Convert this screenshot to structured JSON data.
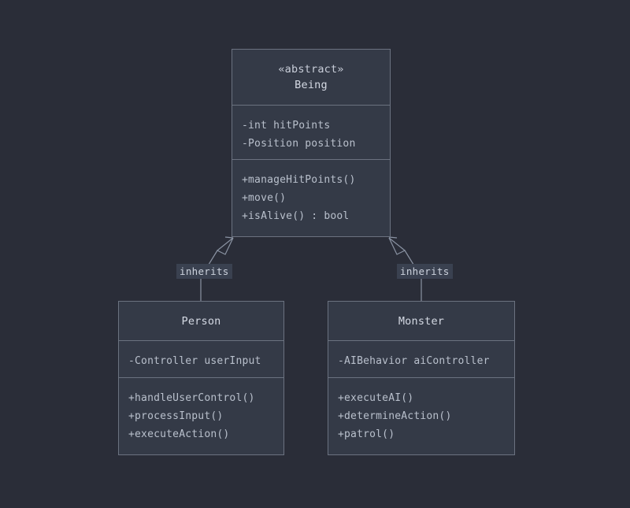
{
  "diagram": {
    "type": "uml-class-diagram",
    "background_color": "#2a2d38",
    "box_fill_color": "#343a47",
    "border_color": "#6b7280",
    "text_color": "#c8cdd8",
    "label_chip_color": "#3a4150"
  },
  "classes": [
    {
      "id": "being",
      "stereotype": "«abstract»",
      "name": "Being",
      "attributes": [
        "-int hitPoints",
        "-Position position"
      ],
      "operations": [
        "+manageHitPoints()",
        "+move()",
        "+isAlive() : bool"
      ]
    },
    {
      "id": "person",
      "stereotype": "",
      "name": "Person",
      "attributes": [
        "-Controller userInput"
      ],
      "operations": [
        "+handleUserControl()",
        "+processInput()",
        "+executeAction()"
      ]
    },
    {
      "id": "monster",
      "stereotype": "",
      "name": "Monster",
      "attributes": [
        "-AIBehavior aiController"
      ],
      "operations": [
        "+executeAI()",
        "+determineAction()",
        "+patrol()"
      ]
    }
  ],
  "relationships": [
    {
      "id": "person-inherits-being",
      "kind": "generalization",
      "label": "inherits",
      "from": "Person",
      "to": "Being"
    },
    {
      "id": "monster-inherits-being",
      "kind": "generalization",
      "label": "inherits",
      "from": "Monster",
      "to": "Being"
    }
  ]
}
